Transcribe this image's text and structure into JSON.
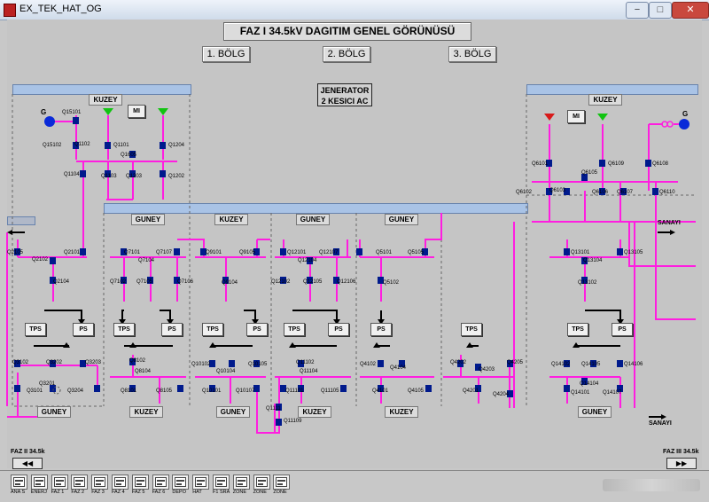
{
  "window": {
    "title": "EX_TEK_HAT_OG",
    "minimize": "−",
    "maximize": "□",
    "close": "✕"
  },
  "main_title": "FAZ I 34.5kV DAGITIM GENEL GÖRÜNÜSÜ",
  "sections": [
    "1. BÖLG",
    "2. BÖLG",
    "3. BÖLG"
  ],
  "generator_box": {
    "line1": "JENERATOR",
    "line2": "2 KESICI AC"
  },
  "labels": {
    "kuzey": "KUZEY",
    "guney": "GUNEY",
    "tps": "TPS",
    "ps": "PS",
    "mi": "MI",
    "g": "G",
    "sanayi": "SANAYI"
  },
  "nav": {
    "left_label": "FAZ II 34.5k",
    "right_label": "FAZ III 34.5k",
    "left_arrow": "◀◀",
    "right_arrow": "▶▶"
  },
  "breakers": {
    "b1": [
      "Q15101",
      "Q15102",
      "Q1102",
      "Q1101",
      "Q1605",
      "Q1104",
      "Q1103",
      "Q1203",
      "Q1202",
      "Q1204"
    ],
    "b2": [
      "Q2105",
      "Q2101",
      "Q2102",
      "Q2104",
      "Q3102",
      "Q3202",
      "Q3203",
      "Q3201",
      "Q3101",
      "Q3204"
    ],
    "b3": [
      "Q7101",
      "Q7102",
      "Q7104",
      "Q7105",
      "Q7107",
      "Q7106",
      "Q8102",
      "Q8104",
      "Q8101",
      "Q8105"
    ],
    "b4": [
      "Q9101",
      "Q9105",
      "Q9104",
      "Q10102",
      "Q10104",
      "Q10105",
      "Q10101",
      "Q10107"
    ],
    "b5": [
      "Q12101",
      "Q12107",
      "Q12104",
      "Q12102",
      "Q12105",
      "Q12106",
      "Q11102",
      "Q11104",
      "Q11101",
      "Q11105",
      "Q1111",
      "Q11109"
    ],
    "b6": [
      "Q5101",
      "Q5105",
      "Q5102",
      "Q4102",
      "Q4104",
      "Q4101",
      "Q4105"
    ],
    "b7": [
      "Q4202",
      "Q4203",
      "Q4205",
      "Q4201",
      "Q4204"
    ],
    "b8": [
      "Q6101",
      "Q6105",
      "Q6109",
      "Q6108",
      "Q6102",
      "Q6103",
      "Q6106",
      "Q6107",
      "Q6110"
    ],
    "b9": [
      "Q13101",
      "Q13104",
      "Q13105",
      "Q13102",
      "Q14102",
      "Q14105",
      "Q14106",
      "Q14104",
      "Q14101",
      "Q14107"
    ]
  },
  "toolbar": [
    {
      "name": "ANA S"
    },
    {
      "name": "ENERJ"
    },
    {
      "name": "FAZ 1"
    },
    {
      "name": "FAZ 2"
    },
    {
      "name": "FAZ 3"
    },
    {
      "name": "FAZ 4"
    },
    {
      "name": "FAZ 5"
    },
    {
      "name": "FAZ 6"
    },
    {
      "name": "DEPO"
    },
    {
      "name": "HAT"
    },
    {
      "name": "F1 SRA"
    },
    {
      "name": "ZONE"
    },
    {
      "name": "ZONE"
    },
    {
      "name": "ZONE"
    }
  ],
  "colors": {
    "bus": "#ff1ee0",
    "feeder": "#000000",
    "breaker": "#001a8c",
    "generator": "#0a2ad8",
    "transformer_green": "#11c411",
    "transformer_red": "#d81a1a"
  }
}
